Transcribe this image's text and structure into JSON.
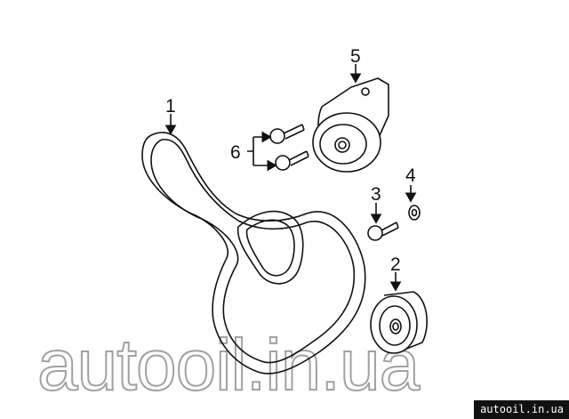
{
  "callouts": {
    "belt": "1",
    "idler_pulley": "2",
    "bolt": "3",
    "washer": "4",
    "tensioner": "5",
    "tensioner_bolts": "6"
  },
  "watermark": "autooil.in.ua",
  "badge": "autooil.in.ua"
}
